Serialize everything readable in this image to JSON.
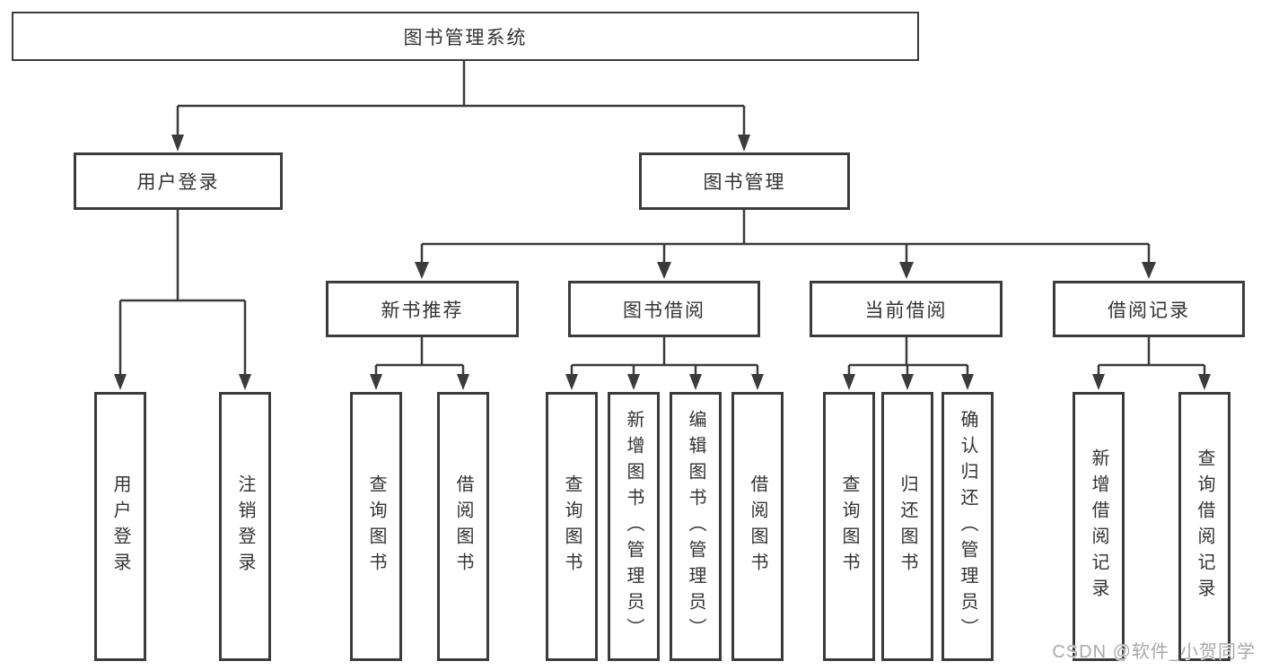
{
  "nodes": {
    "root": "图书管理系统",
    "user_login": "用户登录",
    "book_mgmt": "图书管理",
    "new_books": "新书推荐",
    "book_borrow": "图书借阅",
    "current_borrow": "当前借阅",
    "borrow_records": "借阅记录",
    "leaves": {
      "user_login": [
        "用户登录",
        "注销登录"
      ],
      "new_books": [
        "查询图书",
        "借阅图书"
      ],
      "book_borrow": [
        "查询图书",
        "新增图书（管理员）",
        "编辑图书（管理员）",
        "借阅图书"
      ],
      "current_borrow": [
        "查询图书",
        "归还图书",
        "确认归还（管理员）"
      ],
      "borrow_records": [
        "新增借阅记录",
        "查询借阅记录"
      ]
    }
  },
  "watermark": "CSDN @软件_小贺同学",
  "colors": {
    "line": "#3b3b3b",
    "text": "#333333",
    "watermark": "#a9a9a9",
    "background": "#ffffff"
  }
}
